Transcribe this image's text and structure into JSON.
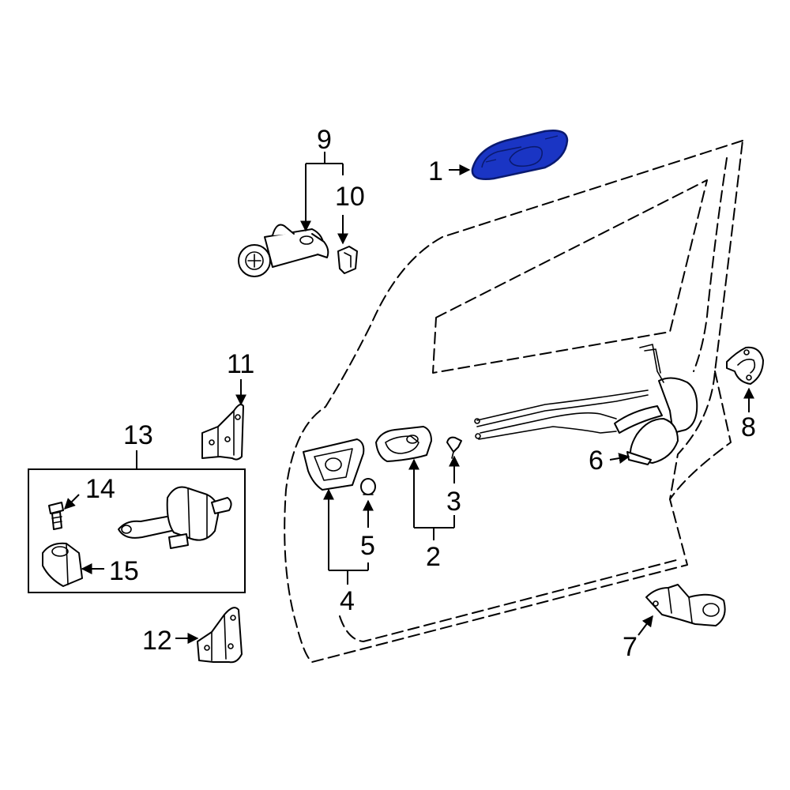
{
  "diagram": {
    "highlight_color": "#1a35c4",
    "callouts": {
      "c1": "1",
      "c2": "2",
      "c3": "3",
      "c4": "4",
      "c5": "5",
      "c6": "6",
      "c7": "7",
      "c8": "8",
      "c9": "9",
      "c10": "10",
      "c11": "11",
      "c12": "12",
      "c13": "13",
      "c14": "14",
      "c15": "15"
    }
  }
}
